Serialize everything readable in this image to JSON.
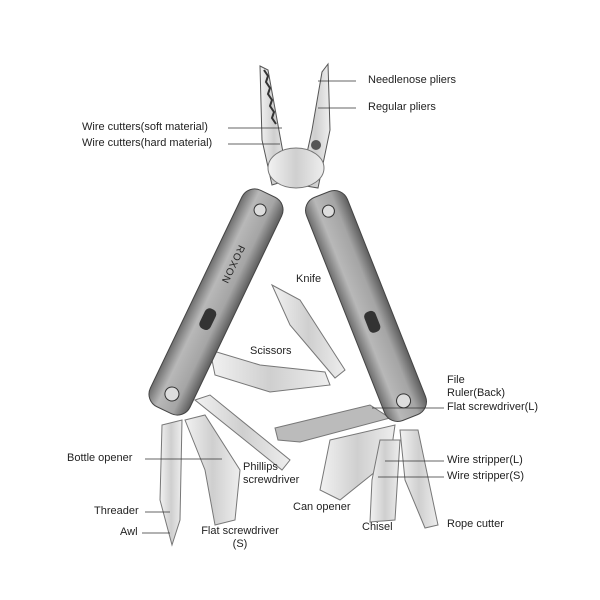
{
  "brand": "ROXON",
  "labels": {
    "needlenose_pliers": "Needlenose pliers",
    "regular_pliers": "Regular pliers",
    "wire_cutters_soft": "Wire cutters(soft material)",
    "wire_cutters_hard": "Wire cutters(hard material)",
    "knife": "Knife",
    "scissors": "Scissors",
    "file": "File",
    "ruler_back": "Ruler(Back)",
    "flat_screwdriver_l": "Flat screwdriver(L)",
    "bottle_opener": "Bottle opener",
    "phillips_line1": "Phillips",
    "phillips_line2": "screwdriver",
    "wire_stripper_l": "Wire stripper(L)",
    "wire_stripper_s": "Wire stripper(S)",
    "can_opener": "Can opener",
    "chisel": "Chisel",
    "rope_cutter": "Rope cutter",
    "threader": "Threader",
    "awl": "Awl",
    "flat_screwdriver_s_line1": "Flat screwdriver",
    "flat_screwdriver_s_line2": "(S)"
  },
  "colors": {
    "steel": "#d9d9d9",
    "handle": "#9a9a9a",
    "dark": "#4a4a4a",
    "text": "#222222"
  }
}
